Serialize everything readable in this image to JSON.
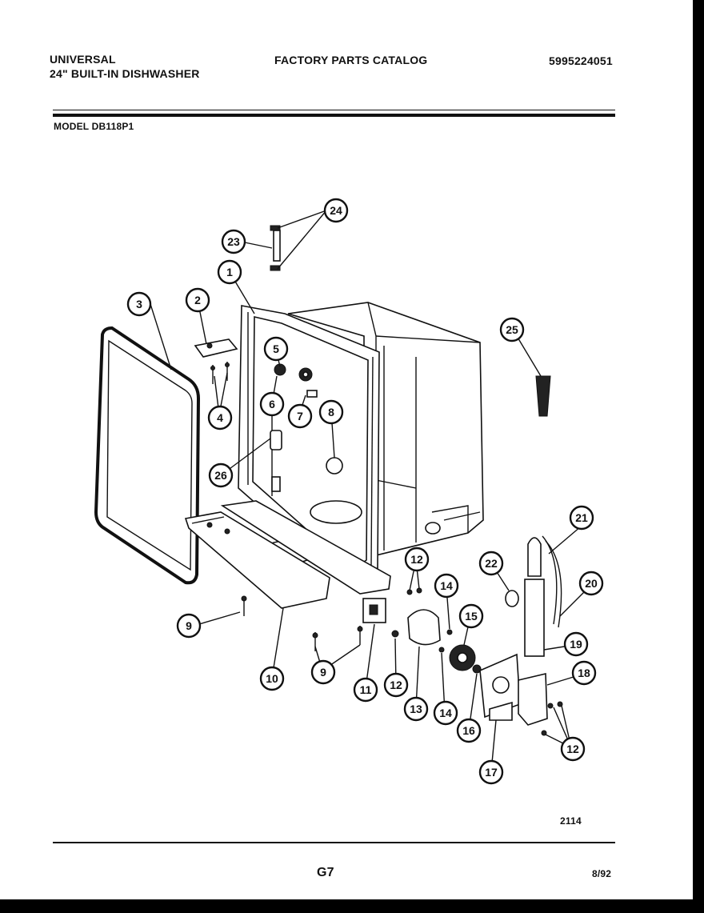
{
  "header": {
    "brand": "UNIVERSAL",
    "product": "24\" BUILT-IN DISHWASHER",
    "catalog_title": "FACTORY PARTS CATALOG",
    "catalog_number": "5995224051",
    "model_label": "MODEL DB118P1"
  },
  "diagram": {
    "callouts": [
      "1",
      "2",
      "3",
      "4",
      "5",
      "6",
      "7",
      "8",
      "9",
      "9",
      "10",
      "11",
      "12",
      "12",
      "12",
      "13",
      "14",
      "14",
      "15",
      "16",
      "17",
      "18",
      "19",
      "20",
      "21",
      "22",
      "23",
      "24",
      "25",
      "26"
    ]
  },
  "footer": {
    "drawing_number": "2114",
    "page_code": "G7",
    "date": "8/92"
  }
}
